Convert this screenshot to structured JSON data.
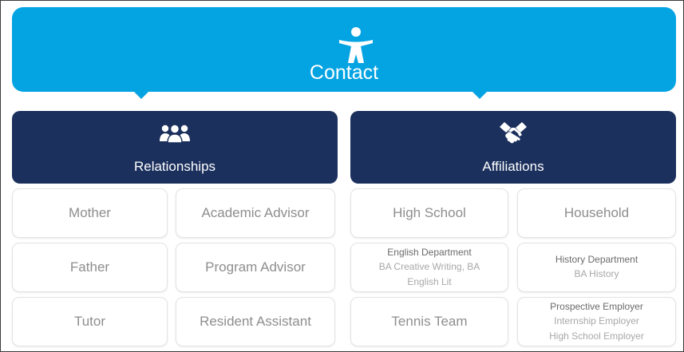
{
  "contact": {
    "title": "Contact"
  },
  "relationships": {
    "title": "Relationships",
    "icon": "group-people-icon",
    "items": [
      "Mother",
      "Academic Advisor",
      "Father",
      "Program Advisor",
      "Tutor",
      "Resident Assistant"
    ]
  },
  "affiliations": {
    "title": "Affiliations",
    "icon": "handshake-icon",
    "high_school": "High School",
    "household": "Household",
    "english_department": {
      "title": "English Department",
      "line1": "BA Creative Writing, BA",
      "line2": "English Lit"
    },
    "history_department": {
      "title": "History Department",
      "line1": "BA History"
    },
    "tennis_team": "Tennis Team",
    "prospective_employer": {
      "title": "Prospective Employer",
      "line1": "Internship Employer",
      "line2": "High School Employer"
    }
  },
  "colors": {
    "contact_bg": "#04a3e2",
    "section_bg": "#1b305d",
    "card_border": "#e3e3e3"
  }
}
